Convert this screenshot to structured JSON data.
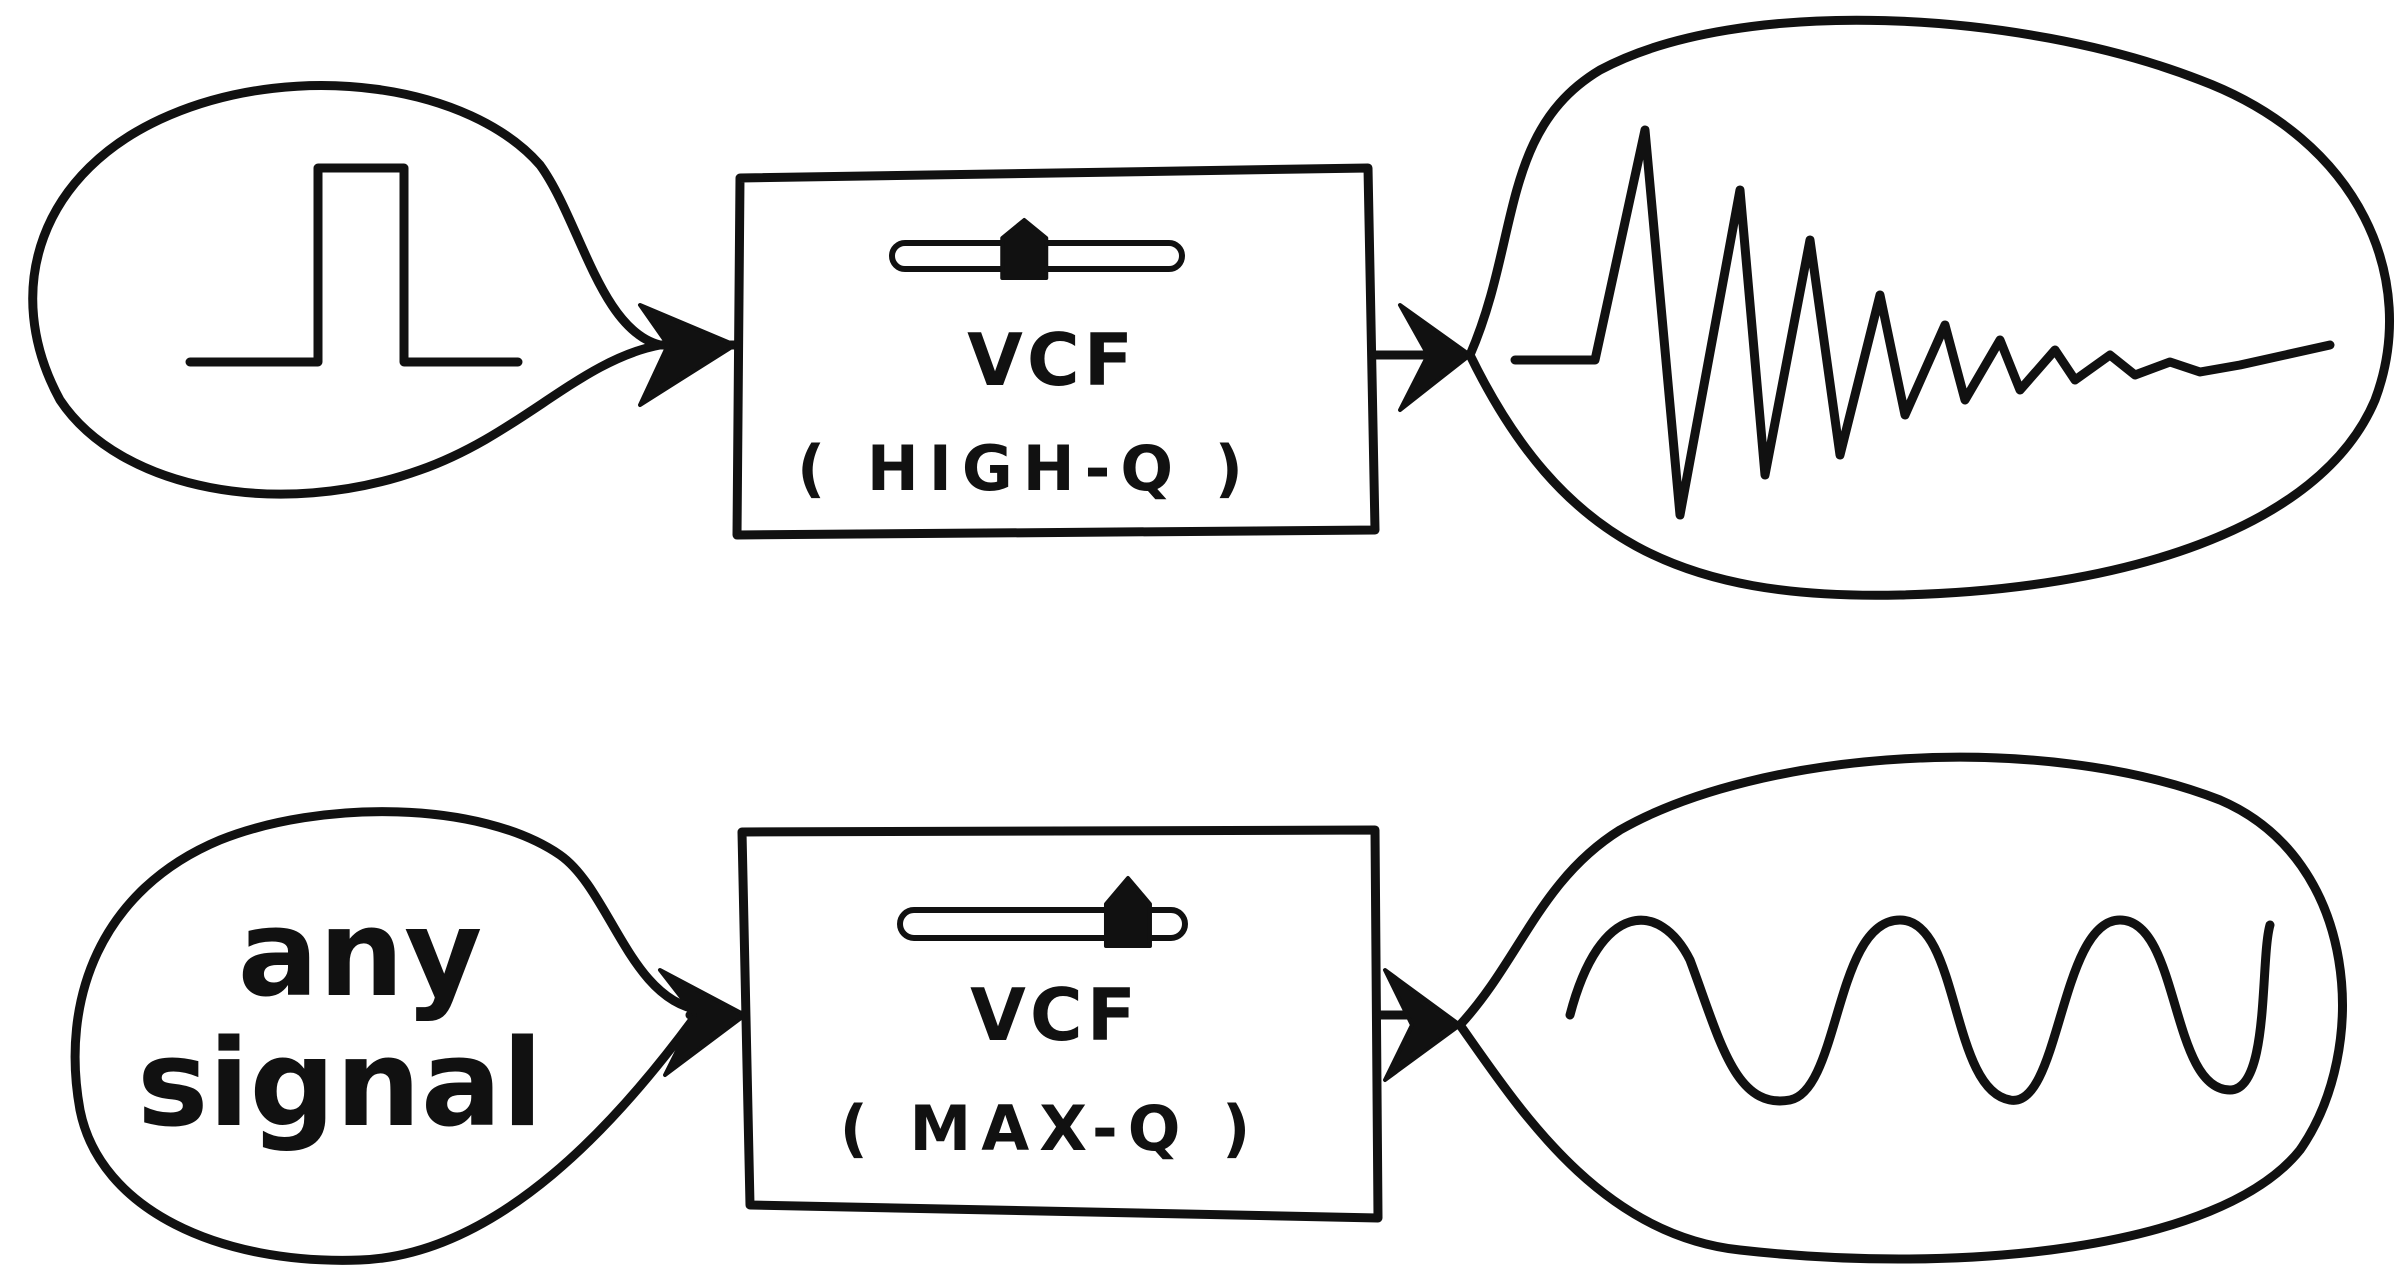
{
  "diagrams": [
    {
      "input": {
        "kind": "pulse",
        "text": ""
      },
      "filter": {
        "label": "VCF",
        "setting": "( HIGH-Q )",
        "slider_level": 0.45
      },
      "output": {
        "kind": "decaying-ringing"
      }
    },
    {
      "input": {
        "kind": "text",
        "line1": "any",
        "line2": "signal"
      },
      "filter": {
        "label": "VCF",
        "setting": "( MAX-Q )",
        "slider_level": 0.83
      },
      "output": {
        "kind": "sustained-sine"
      }
    }
  ],
  "colors": {
    "ink": "#111111",
    "paper": "#ffffff"
  }
}
